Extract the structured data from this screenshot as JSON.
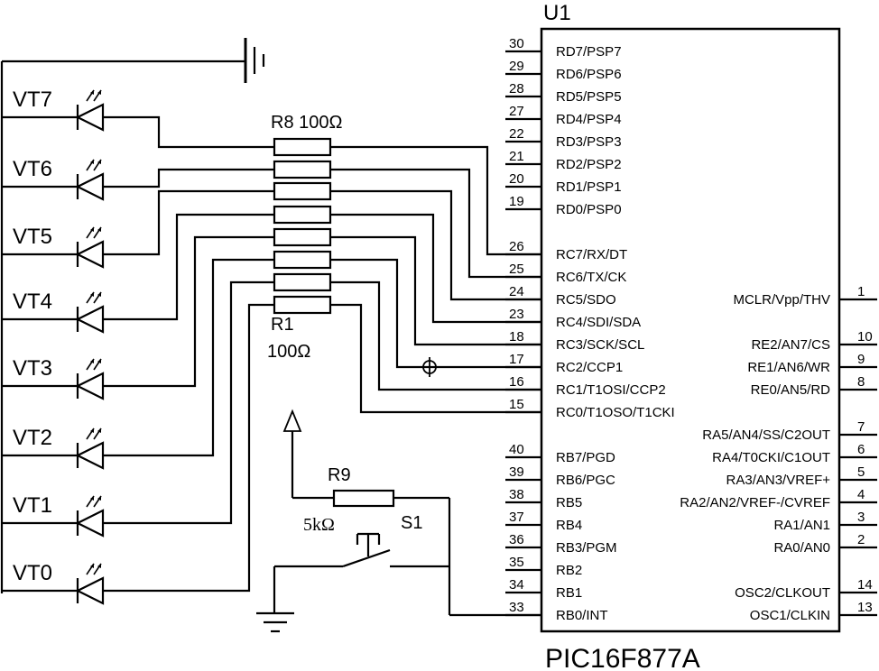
{
  "chip": {
    "ref": "U1",
    "part": "PIC16F877A",
    "left_pins": [
      {
        "num": "30",
        "name": "RD7/PSP7"
      },
      {
        "num": "29",
        "name": "RD6/PSP6"
      },
      {
        "num": "28",
        "name": "RD5/PSP5"
      },
      {
        "num": "27",
        "name": "RD4/PSP4"
      },
      {
        "num": "22",
        "name": "RD3/PSP3"
      },
      {
        "num": "21",
        "name": "RD2/PSP2"
      },
      {
        "num": "20",
        "name": "RD1/PSP1"
      },
      {
        "num": "19",
        "name": "RD0/PSP0"
      },
      {
        "num": "26",
        "name": "RC7/RX/DT"
      },
      {
        "num": "25",
        "name": "RC6/TX/CK"
      },
      {
        "num": "24",
        "name": "RC5/SDO"
      },
      {
        "num": "23",
        "name": "RC4/SDI/SDA"
      },
      {
        "num": "18",
        "name": "RC3/SCK/SCL"
      },
      {
        "num": "17",
        "name": "RC2/CCP1"
      },
      {
        "num": "16",
        "name": "RC1/T1OSI/CCP2"
      },
      {
        "num": "15",
        "name": "RC0/T1OSO/T1CKI"
      },
      {
        "num": "40",
        "name": "RB7/PGD"
      },
      {
        "num": "39",
        "name": "RB6/PGC"
      },
      {
        "num": "38",
        "name": "RB5"
      },
      {
        "num": "37",
        "name": "RB4"
      },
      {
        "num": "36",
        "name": "RB3/PGM"
      },
      {
        "num": "35",
        "name": "RB2"
      },
      {
        "num": "34",
        "name": "RB1"
      },
      {
        "num": "33",
        "name": "RB0/INT"
      }
    ],
    "right_pins": [
      {
        "num": "1",
        "name": "MCLR/Vpp/THV"
      },
      {
        "num": "10",
        "name": "RE2/AN7/CS"
      },
      {
        "num": "9",
        "name": "RE1/AN6/WR"
      },
      {
        "num": "8",
        "name": "RE0/AN5/RD"
      },
      {
        "num": "7",
        "name": "RA5/AN4/SS/C2OUT"
      },
      {
        "num": "6",
        "name": "RA4/T0CKI/C1OUT"
      },
      {
        "num": "5",
        "name": "RA3/AN3/VREF+"
      },
      {
        "num": "4",
        "name": "RA2/AN2/VREF-/CVREF"
      },
      {
        "num": "3",
        "name": "RA1/AN1"
      },
      {
        "num": "2",
        "name": "RA0/AN0"
      },
      {
        "num": "14",
        "name": "OSC2/CLKOUT"
      },
      {
        "num": "13",
        "name": "OSC1/CLKIN"
      }
    ]
  },
  "leds": [
    "VT7",
    "VT6",
    "VT5",
    "VT4",
    "VT3",
    "VT2",
    "VT1",
    "VT0"
  ],
  "resistors": {
    "top_label": "R8 100Ω",
    "bottom_ref": "R1",
    "bottom_value": "100Ω"
  },
  "pullup": {
    "ref": "R9",
    "value": "5kΩ"
  },
  "switch": {
    "ref": "S1"
  }
}
